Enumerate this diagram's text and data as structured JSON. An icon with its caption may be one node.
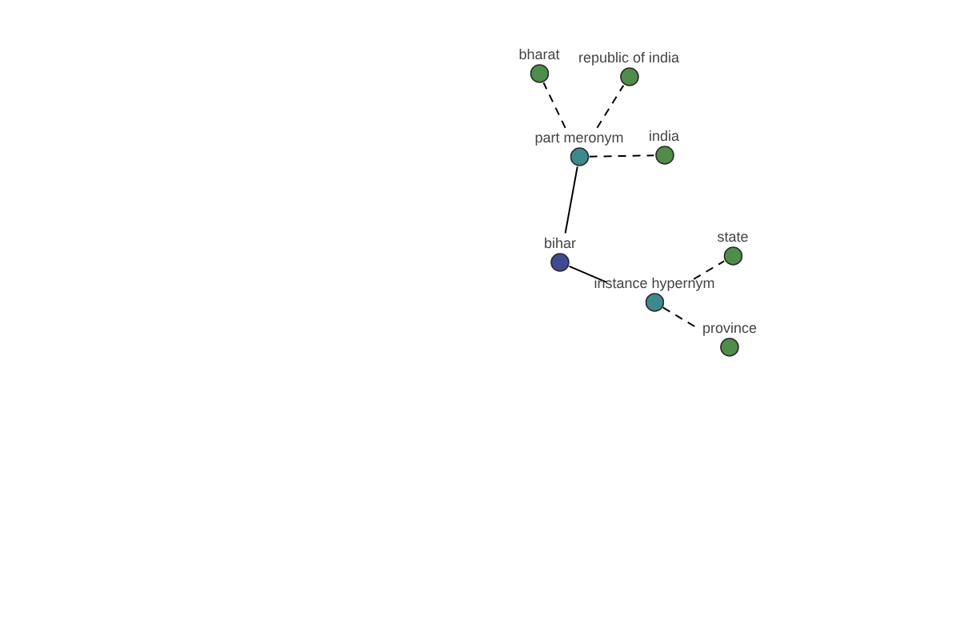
{
  "diagram": {
    "nodes": [
      {
        "text": [
          "bharat"
        ]
      },
      {
        "text": [
          "republic of india"
        ]
      },
      {
        "text": [
          "part meronym"
        ]
      },
      {
        "text": [
          "india"
        ]
      },
      {
        "text": [
          "bihar"
        ]
      },
      {
        "text": [
          "state"
        ]
      },
      {
        "text": [
          "instance hypernym"
        ]
      },
      {
        "text": [
          "province"
        ]
      }
    ],
    "edges": [
      {
        "from": 2,
        "to": 0,
        "arrow": "none",
        "style": "dashed"
      },
      {
        "from": 2,
        "to": 1,
        "arrow": "none",
        "style": "dashed"
      },
      {
        "from": 2,
        "to": 3,
        "arrow": "none",
        "style": "dashed"
      },
      {
        "from": 4,
        "to": 2,
        "arrow": "none"
      },
      {
        "from": 4,
        "to": 6,
        "arrow": "none"
      },
      {
        "from": 6,
        "to": 5,
        "arrow": "none",
        "style": "dashed"
      },
      {
        "from": 6,
        "to": 7,
        "arrow": "none",
        "style": "dashed"
      }
    ]
  }
}
